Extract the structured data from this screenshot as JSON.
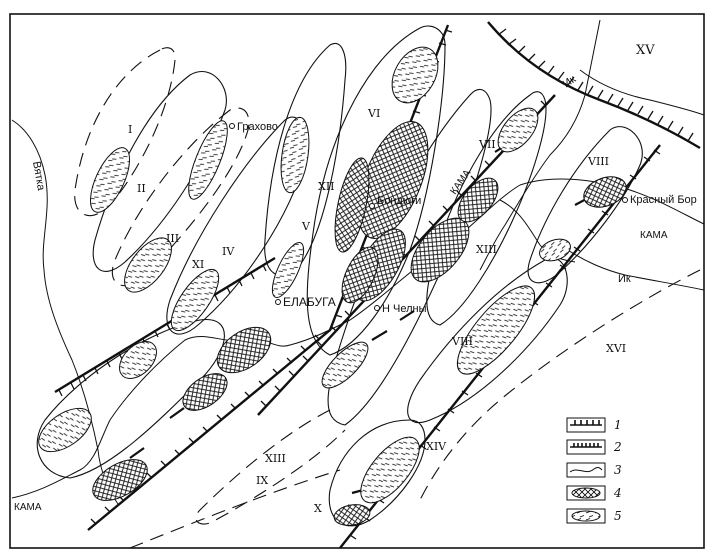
{
  "places": {
    "grakhovo": "Грахово",
    "bondyugi": "Бондюги",
    "elabuga": "ЕЛАБУГА",
    "n_chelny": "Н Челны",
    "krasny_bor": "Красный Бор"
  },
  "rivers": {
    "vyatka": "Вятка",
    "kama_left": "КАМА",
    "kama_mid": "КАМА",
    "kama_right": "КАМА",
    "ik_top": "Ик",
    "ik_right": "Ик"
  },
  "zones": {
    "z1": "I",
    "z2": "II",
    "z3": "III",
    "z4": "IV",
    "z5": "V",
    "z6": "VI",
    "z7": "VII",
    "z8_top": "VIII",
    "z8_mid": "VIII",
    "z9": "IX",
    "z10": "X",
    "z11": "XI",
    "z12": "XII",
    "z13_a": "XIII",
    "z13_b": "XIII",
    "z14": "XIV",
    "z15": "XV",
    "z16": "XVI"
  },
  "legend": {
    "n1": "1",
    "n2": "2",
    "n3": "3",
    "n4": "4",
    "n5": "5"
  }
}
